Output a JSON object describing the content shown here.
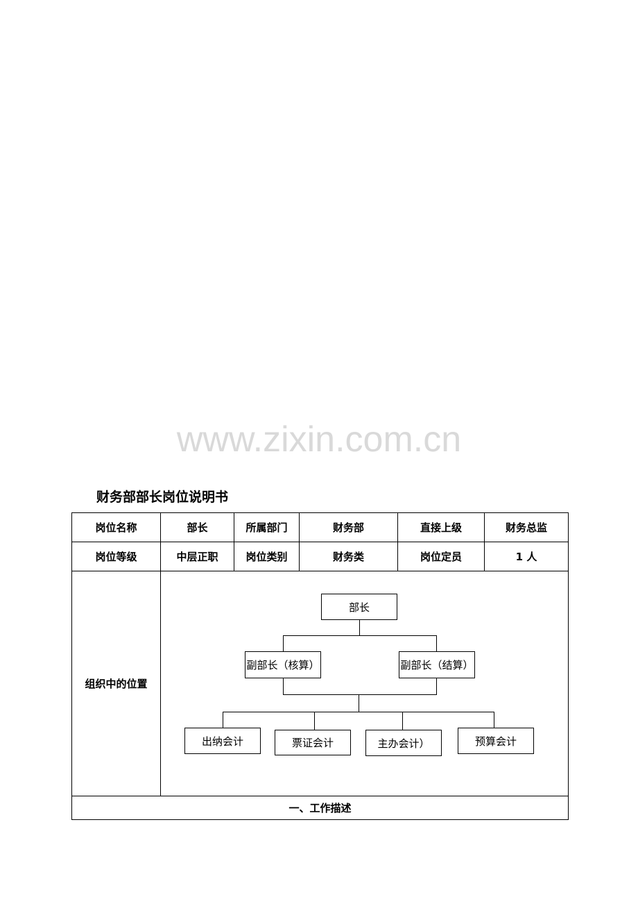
{
  "watermark": "www.zixin.com.cn",
  "document": {
    "title": "财务部部长岗位说明书"
  },
  "table": {
    "row1": {
      "label1": "岗位名称",
      "value1": "部长",
      "label2": "所属部门",
      "value2": "财务部",
      "label3": "直接上级",
      "value3": "财务总监"
    },
    "row2": {
      "label1": "岗位等级",
      "value1": "中层正职",
      "label2": "岗位类别",
      "value2": "财务类",
      "label3": "岗位定员",
      "value3": "1 人"
    },
    "org": {
      "label": "组织中的位置",
      "top": "部长",
      "deputies": [
        "副部长（核算）",
        "副部长（结算）"
      ],
      "staff": [
        "出纳会计",
        "票证会计",
        "主办会计）",
        "预算会计"
      ]
    },
    "section1": "一、工作描述"
  }
}
